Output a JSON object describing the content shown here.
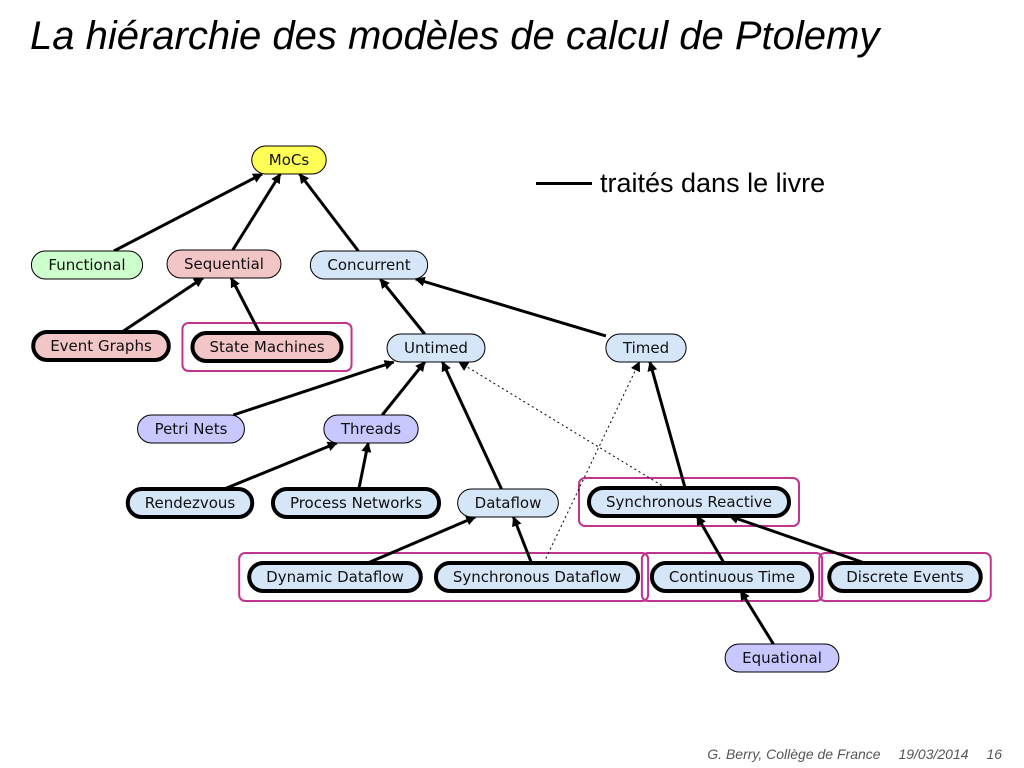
{
  "slide": {
    "title": "La hiérarchie des modèles de calcul de Ptolemy",
    "legend": {
      "text": "traités dans le livre"
    },
    "footer": {
      "author": "G. Berry, Collège de France",
      "date": "19/03/2014",
      "page": "16"
    }
  },
  "colors": {
    "yellow": "#ffff55",
    "green": "#ccffcc",
    "pink": "#f2c6c6",
    "blue": "#d4e6f7",
    "purple": "#c8c8ff",
    "highlight": "#c0338f",
    "arrow": "#000000"
  },
  "diagram": {
    "nodes": [
      {
        "id": "mocs",
        "label": "MoCs",
        "color": "yellow",
        "bold": false
      },
      {
        "id": "functional",
        "label": "Functional",
        "color": "green",
        "bold": false
      },
      {
        "id": "sequential",
        "label": "Sequential",
        "color": "pink",
        "bold": false
      },
      {
        "id": "concurrent",
        "label": "Concurrent",
        "color": "blue",
        "bold": false
      },
      {
        "id": "event-graphs",
        "label": "Event Graphs",
        "color": "pink",
        "bold": true
      },
      {
        "id": "state-machines",
        "label": "State Machines",
        "color": "pink",
        "bold": true
      },
      {
        "id": "untimed",
        "label": "Untimed",
        "color": "blue",
        "bold": false
      },
      {
        "id": "timed",
        "label": "Timed",
        "color": "blue",
        "bold": false
      },
      {
        "id": "petri-nets",
        "label": "Petri Nets",
        "color": "purple",
        "bold": false
      },
      {
        "id": "threads",
        "label": "Threads",
        "color": "purple",
        "bold": false
      },
      {
        "id": "rendezvous",
        "label": "Rendezvous",
        "color": "blue",
        "bold": true
      },
      {
        "id": "process-networks",
        "label": "Process Networks",
        "color": "blue",
        "bold": true
      },
      {
        "id": "dataflow",
        "label": "Dataflow",
        "color": "blue",
        "bold": false
      },
      {
        "id": "synchronous-reactive",
        "label": "Synchronous Reactive",
        "color": "blue",
        "bold": true
      },
      {
        "id": "dynamic-dataflow",
        "label": "Dynamic Dataflow",
        "color": "blue",
        "bold": true
      },
      {
        "id": "synchronous-dataflow",
        "label": "Synchronous Dataflow",
        "color": "blue",
        "bold": true
      },
      {
        "id": "continuous-time",
        "label": "Continuous Time",
        "color": "blue",
        "bold": true
      },
      {
        "id": "discrete-events",
        "label": "Discrete Events",
        "color": "blue",
        "bold": true
      },
      {
        "id": "equational",
        "label": "Equational",
        "color": "purple",
        "bold": false
      }
    ],
    "edges": [
      {
        "from": "functional",
        "to": "mocs",
        "dashed": false
      },
      {
        "from": "sequential",
        "to": "mocs",
        "dashed": false
      },
      {
        "from": "concurrent",
        "to": "mocs",
        "dashed": false
      },
      {
        "from": "event-graphs",
        "to": "sequential",
        "dashed": false
      },
      {
        "from": "state-machines",
        "to": "sequential",
        "dashed": false
      },
      {
        "from": "untimed",
        "to": "concurrent",
        "dashed": false
      },
      {
        "from": "timed",
        "to": "concurrent",
        "dashed": false
      },
      {
        "from": "petri-nets",
        "to": "untimed",
        "dashed": false
      },
      {
        "from": "threads",
        "to": "untimed",
        "dashed": false
      },
      {
        "from": "dataflow",
        "to": "untimed",
        "dashed": false
      },
      {
        "from": "synchronous-reactive",
        "to": "untimed",
        "dashed": true
      },
      {
        "from": "synchronous-reactive",
        "to": "timed",
        "dashed": false
      },
      {
        "from": "synchronous-dataflow",
        "to": "timed",
        "dashed": true
      },
      {
        "from": "rendezvous",
        "to": "threads",
        "dashed": false
      },
      {
        "from": "process-networks",
        "to": "threads",
        "dashed": false
      },
      {
        "from": "dynamic-dataflow",
        "to": "dataflow",
        "dashed": false
      },
      {
        "from": "synchronous-dataflow",
        "to": "dataflow",
        "dashed": false
      },
      {
        "from": "continuous-time",
        "to": "synchronous-reactive",
        "dashed": false
      },
      {
        "from": "discrete-events",
        "to": "synchronous-reactive",
        "dashed": false
      },
      {
        "from": "equational",
        "to": "continuous-time",
        "dashed": false
      }
    ],
    "highlight_groups": [
      {
        "id": "state-machines-group",
        "members": [
          "state-machines"
        ]
      },
      {
        "id": "synchronous-reactive-group",
        "members": [
          "synchronous-reactive"
        ]
      },
      {
        "id": "dataflow-leaves-group",
        "members": [
          "dynamic-dataflow",
          "synchronous-dataflow"
        ]
      },
      {
        "id": "continuous-time-group",
        "members": [
          "continuous-time"
        ]
      },
      {
        "id": "discrete-events-group",
        "members": [
          "discrete-events"
        ]
      }
    ]
  }
}
